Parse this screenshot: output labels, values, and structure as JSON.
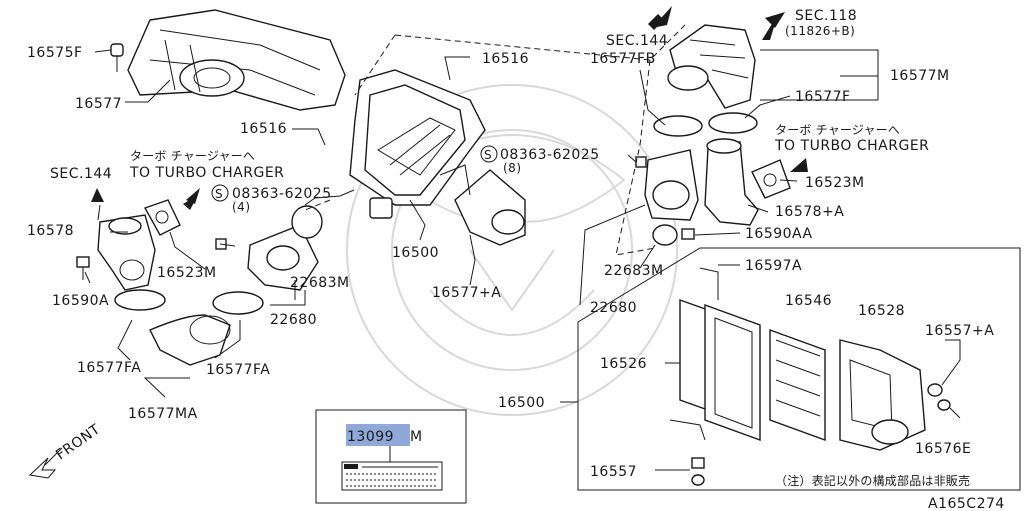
{
  "diagram_id": "A165C274",
  "footnote": "（注）表記以外の構成部品は非販売",
  "front_label": "FRONT",
  "turbo_note_1": {
    "jp": "ターボ チャージャーへ",
    "en": "TO TURBO CHARGER"
  },
  "turbo_note_2": {
    "jp": "ターボ チャージャーへ",
    "en": "TO TURBO CHARGER"
  },
  "label_part": {
    "number": "13099",
    "suffix": "M",
    "highlight_color": "#8fa8d8"
  },
  "callouts": {
    "p16575F": "16575F",
    "p16577": "16577",
    "p16516_a": "16516",
    "p16516_b": "16516",
    "sec144_a": "SEC.144",
    "sec144_b": "SEC.144",
    "sec118": "SEC.118",
    "sec118_sub": "(11826+B)",
    "p16578": "16578",
    "p16523M_a": "16523M",
    "p16590A": "16590A",
    "bolt_a": "08363-62025",
    "bolt_a_qty": "(4)",
    "bolt_b": "08363-62025",
    "bolt_b_qty": "(8)",
    "p22683M_a": "22683M",
    "p22680_a": "22680",
    "p16500_a": "16500",
    "p16577pA": "16577+A",
    "p16577FA_a": "16577FA",
    "p16577FA_b": "16577FA",
    "p16577MA": "16577MA",
    "p16577FB": "16577FB",
    "p16577M": "16577M",
    "p16577F": "16577F",
    "p16523M_b": "16523M",
    "p16578pA": "16578+A",
    "p16590AA": "16590AA",
    "p22683M_b": "22683M",
    "p22680_b": "22680",
    "p16597A": "16597A",
    "p16546": "16546",
    "p16528": "16528",
    "p16526": "16526",
    "p16557pA": "16557+A",
    "p16500_b": "16500",
    "p16576E": "16576E",
    "p16557": "16557",
    "circled_s": "S"
  },
  "colors": {
    "line": "#1a1a1a",
    "watermark": "#d8d8d8",
    "background": "#ffffff"
  }
}
